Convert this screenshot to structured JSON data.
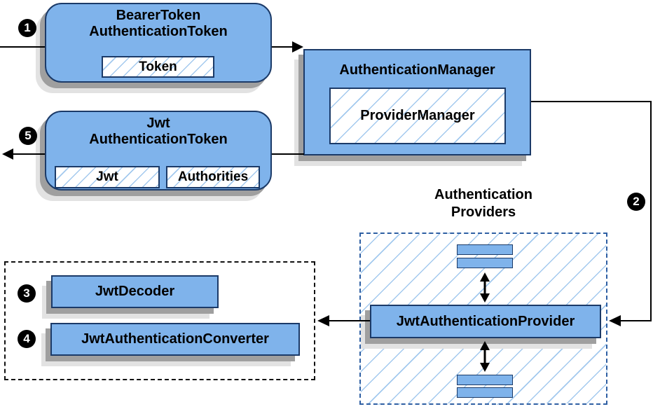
{
  "nodes": {
    "bearer_token": {
      "line1": "BearerToken",
      "line2": "AuthenticationToken",
      "inner": "Token"
    },
    "authentication_manager": {
      "title": "AuthenticationManager",
      "inner": "ProviderManager"
    },
    "jwt_token": {
      "line1": "Jwt",
      "line2": "AuthenticationToken",
      "inner_left": "Jwt",
      "inner_right": "Authorities"
    },
    "authentication_providers": {
      "heading_line1": "Authentication",
      "heading_line2": "Providers",
      "provider": "JwtAuthenticationProvider"
    },
    "jwt_decoder": "JwtDecoder",
    "jwt_authentication_converter": "JwtAuthenticationConverter"
  },
  "steps": {
    "s1": "1",
    "s2": "2",
    "s3": "3",
    "s4": "4",
    "s5": "5"
  },
  "colors": {
    "box_fill": "#7fb3eb",
    "box_border": "#1b3a68",
    "hatch": "#a3c9ee",
    "dashed_blue": "#2e5fa3",
    "dashed_black": "#111111",
    "shadow_dark": "#9f9f9f",
    "shadow_light": "#e2e2e2",
    "line": "#000000"
  }
}
